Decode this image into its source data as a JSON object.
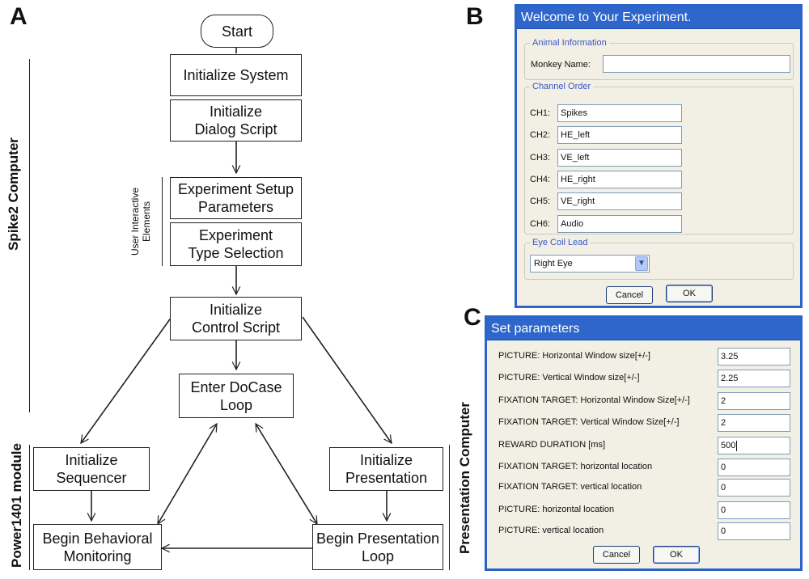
{
  "panel_labels": {
    "a": "A",
    "b": "B",
    "c": "C"
  },
  "flowchart": {
    "start": "Start",
    "init_system": "Initialize System",
    "init_dialog": "Initialize\nDialog Script",
    "exp_setup": "Experiment Setup\nParameters",
    "exp_type": "Experiment\nType Selection",
    "init_control": "Initialize\nControl Script",
    "docase": "Enter DoCase\nLoop",
    "init_sequencer": "Initialize\nSequencer",
    "init_presentation": "Initialize\nPresentation",
    "begin_monitoring": "Begin Behavioral\nMonitoring",
    "begin_presentation_loop": "Begin Presentation\nLoop",
    "user_interactive": "User Interactive\nElements",
    "spike2": "Spike2 Computer",
    "power1401": "Power1401 module",
    "presentation_computer": "Presentation Computer"
  },
  "dialog_b": {
    "title": "Welcome to Your Experiment.",
    "group_animal": "Animal Information",
    "monkey_label": "Monkey Name:",
    "monkey_value": "",
    "group_channel": "Channel Order",
    "channels": [
      {
        "label": "CH1:",
        "value": "Spikes"
      },
      {
        "label": "CH2:",
        "value": "HE_left"
      },
      {
        "label": "CH3:",
        "value": "VE_left"
      },
      {
        "label": "CH4:",
        "value": "HE_right"
      },
      {
        "label": "CH5:",
        "value": "VE_right"
      },
      {
        "label": "CH6:",
        "value": "Audio"
      }
    ],
    "group_eye": "Eye Coil Lead",
    "eye_value": "Right Eye",
    "cancel": "Cancel",
    "ok": "OK"
  },
  "dialog_c": {
    "title": "Set parameters",
    "params": [
      {
        "label": "PICTURE: Horizontal Window size[+/-]",
        "value": "3.25"
      },
      {
        "label": "PICTURE: Vertical Window size[+/-]",
        "value": "2.25"
      },
      {
        "label": "FIXATION TARGET: Horizontal Window Size[+/-]",
        "value": "2"
      },
      {
        "label": "FIXATION TARGET: Vertical Window Size[+/-]",
        "value": "2"
      },
      {
        "label": "REWARD DURATION [ms]",
        "value": "500"
      },
      {
        "label": "FIXATION TARGET: horizontal location",
        "value": "0"
      },
      {
        "label": "FIXATION TARGET: vertical location",
        "value": "0"
      },
      {
        "label": "PICTURE: horizontal location",
        "value": "0"
      },
      {
        "label": "PICTURE: vertical location",
        "value": "0"
      }
    ],
    "cancel": "Cancel",
    "ok": "OK"
  }
}
